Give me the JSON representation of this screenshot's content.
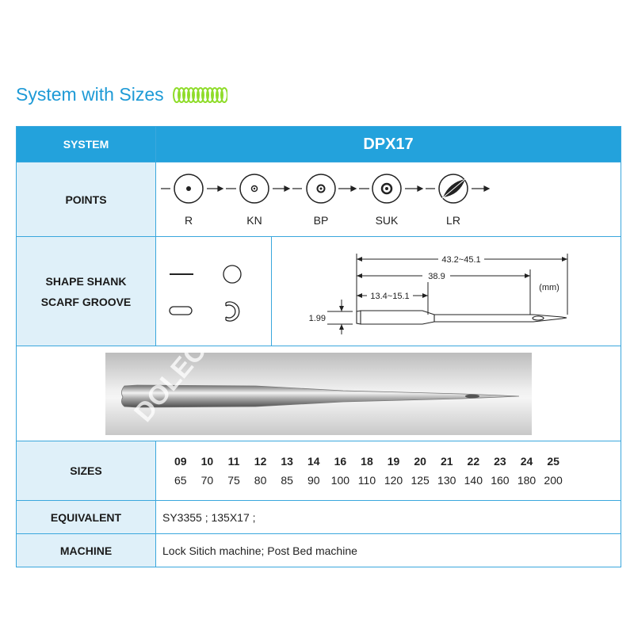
{
  "header": {
    "title": "System with Sizes"
  },
  "spec": {
    "system": {
      "label": "SYSTEM",
      "value": "DPX17"
    },
    "points": {
      "label": "POINTS",
      "items": [
        "R",
        "KN",
        "BP",
        "SUK",
        "LR"
      ]
    },
    "shape": {
      "label_line1": "SHAPE SHANK",
      "label_line2": "SCARF GROOVE",
      "dims": {
        "overall": "43.2~45.1",
        "mid": "38.9",
        "shank": "13.4~15.1",
        "diameter": "1.99",
        "unit": "(mm)"
      }
    },
    "sizes": {
      "label": "SIZES",
      "nm": [
        "09",
        "10",
        "11",
        "12",
        "13",
        "14",
        "16",
        "18",
        "19",
        "20",
        "21",
        "22",
        "23",
        "24",
        "25"
      ],
      "metric": [
        "65",
        "70",
        "75",
        "80",
        "85",
        "90",
        "100",
        "110",
        "120",
        "125",
        "130",
        "140",
        "160",
        "180",
        "200"
      ]
    },
    "equivalent": {
      "label": "EQUIVALENT",
      "value": "SY3355 ; 135X17 ;"
    },
    "machine": {
      "label": "MACHINE",
      "value": "Lock Sitich machine; Post Bed machine"
    },
    "photo": {
      "watermark": "DOLEC"
    }
  },
  "colors": {
    "accent": "#1e9ad6",
    "header_bg": "#23a2dc",
    "label_bg": "#dff0f9",
    "border": "#3aa7dd",
    "spring": "#8fdc2a"
  }
}
